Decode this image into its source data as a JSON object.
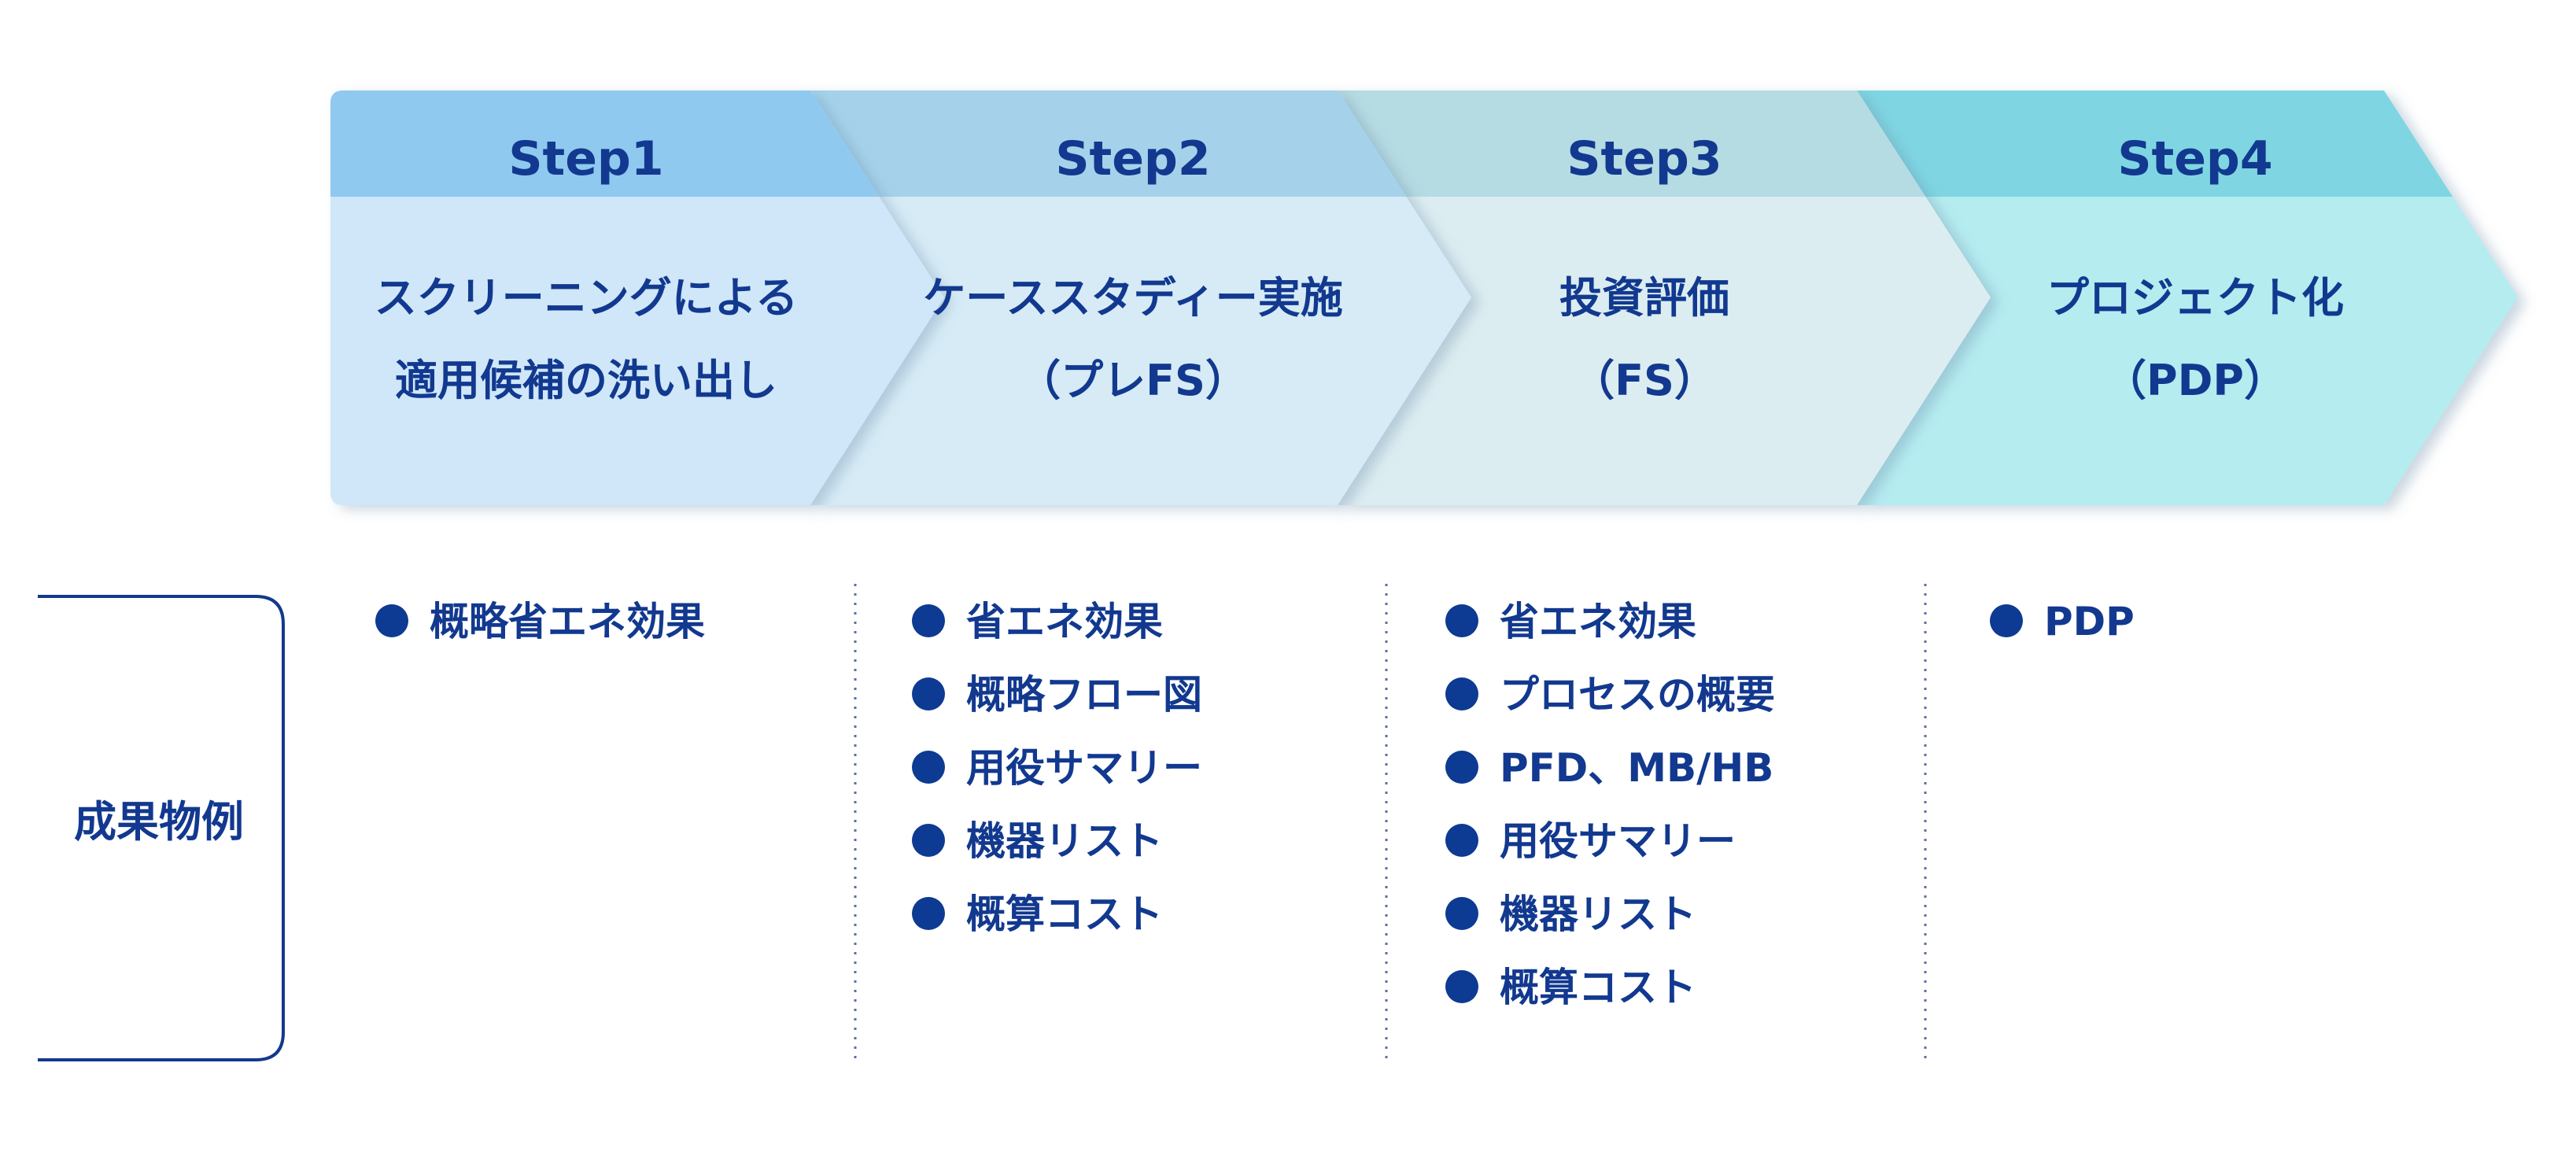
{
  "colors": {
    "text": "#12398f",
    "bullet": "#0d3a92",
    "bracket": "#12398f",
    "divider": "#5a6f9f"
  },
  "steps": [
    {
      "label": "Step1",
      "title_lines": [
        "スクリーニングによる",
        "適用候補の洗い出し"
      ],
      "header_color": "#8fc9ef",
      "body_color": "#cfe7f8"
    },
    {
      "label": "Step2",
      "title_lines": [
        "ケーススタディー実施",
        "（プレFS）"
      ],
      "header_color": "#a5d2ea",
      "body_color": "#d6ebf6"
    },
    {
      "label": "Step3",
      "title_lines": [
        "投資評価",
        "（FS）"
      ],
      "header_color": "#b5dbe3",
      "body_color": "#dcedf1"
    },
    {
      "label": "Step4",
      "title_lines": [
        "プロジェクト化",
        "（PDP）"
      ],
      "header_color": "#7fd6e2",
      "body_color": "#b5ecf0"
    }
  ],
  "deliverables": {
    "label": "成果物例",
    "columns": [
      [
        "概略省エネ効果"
      ],
      [
        "省エネ効果",
        "概略フロー図",
        "用役サマリー",
        "機器リスト",
        "概算コスト"
      ],
      [
        "省エネ効果",
        "プロセスの概要",
        "PFD、MB/HB",
        "用役サマリー",
        "機器リスト",
        "概算コスト"
      ],
      [
        "PDP"
      ]
    ]
  }
}
